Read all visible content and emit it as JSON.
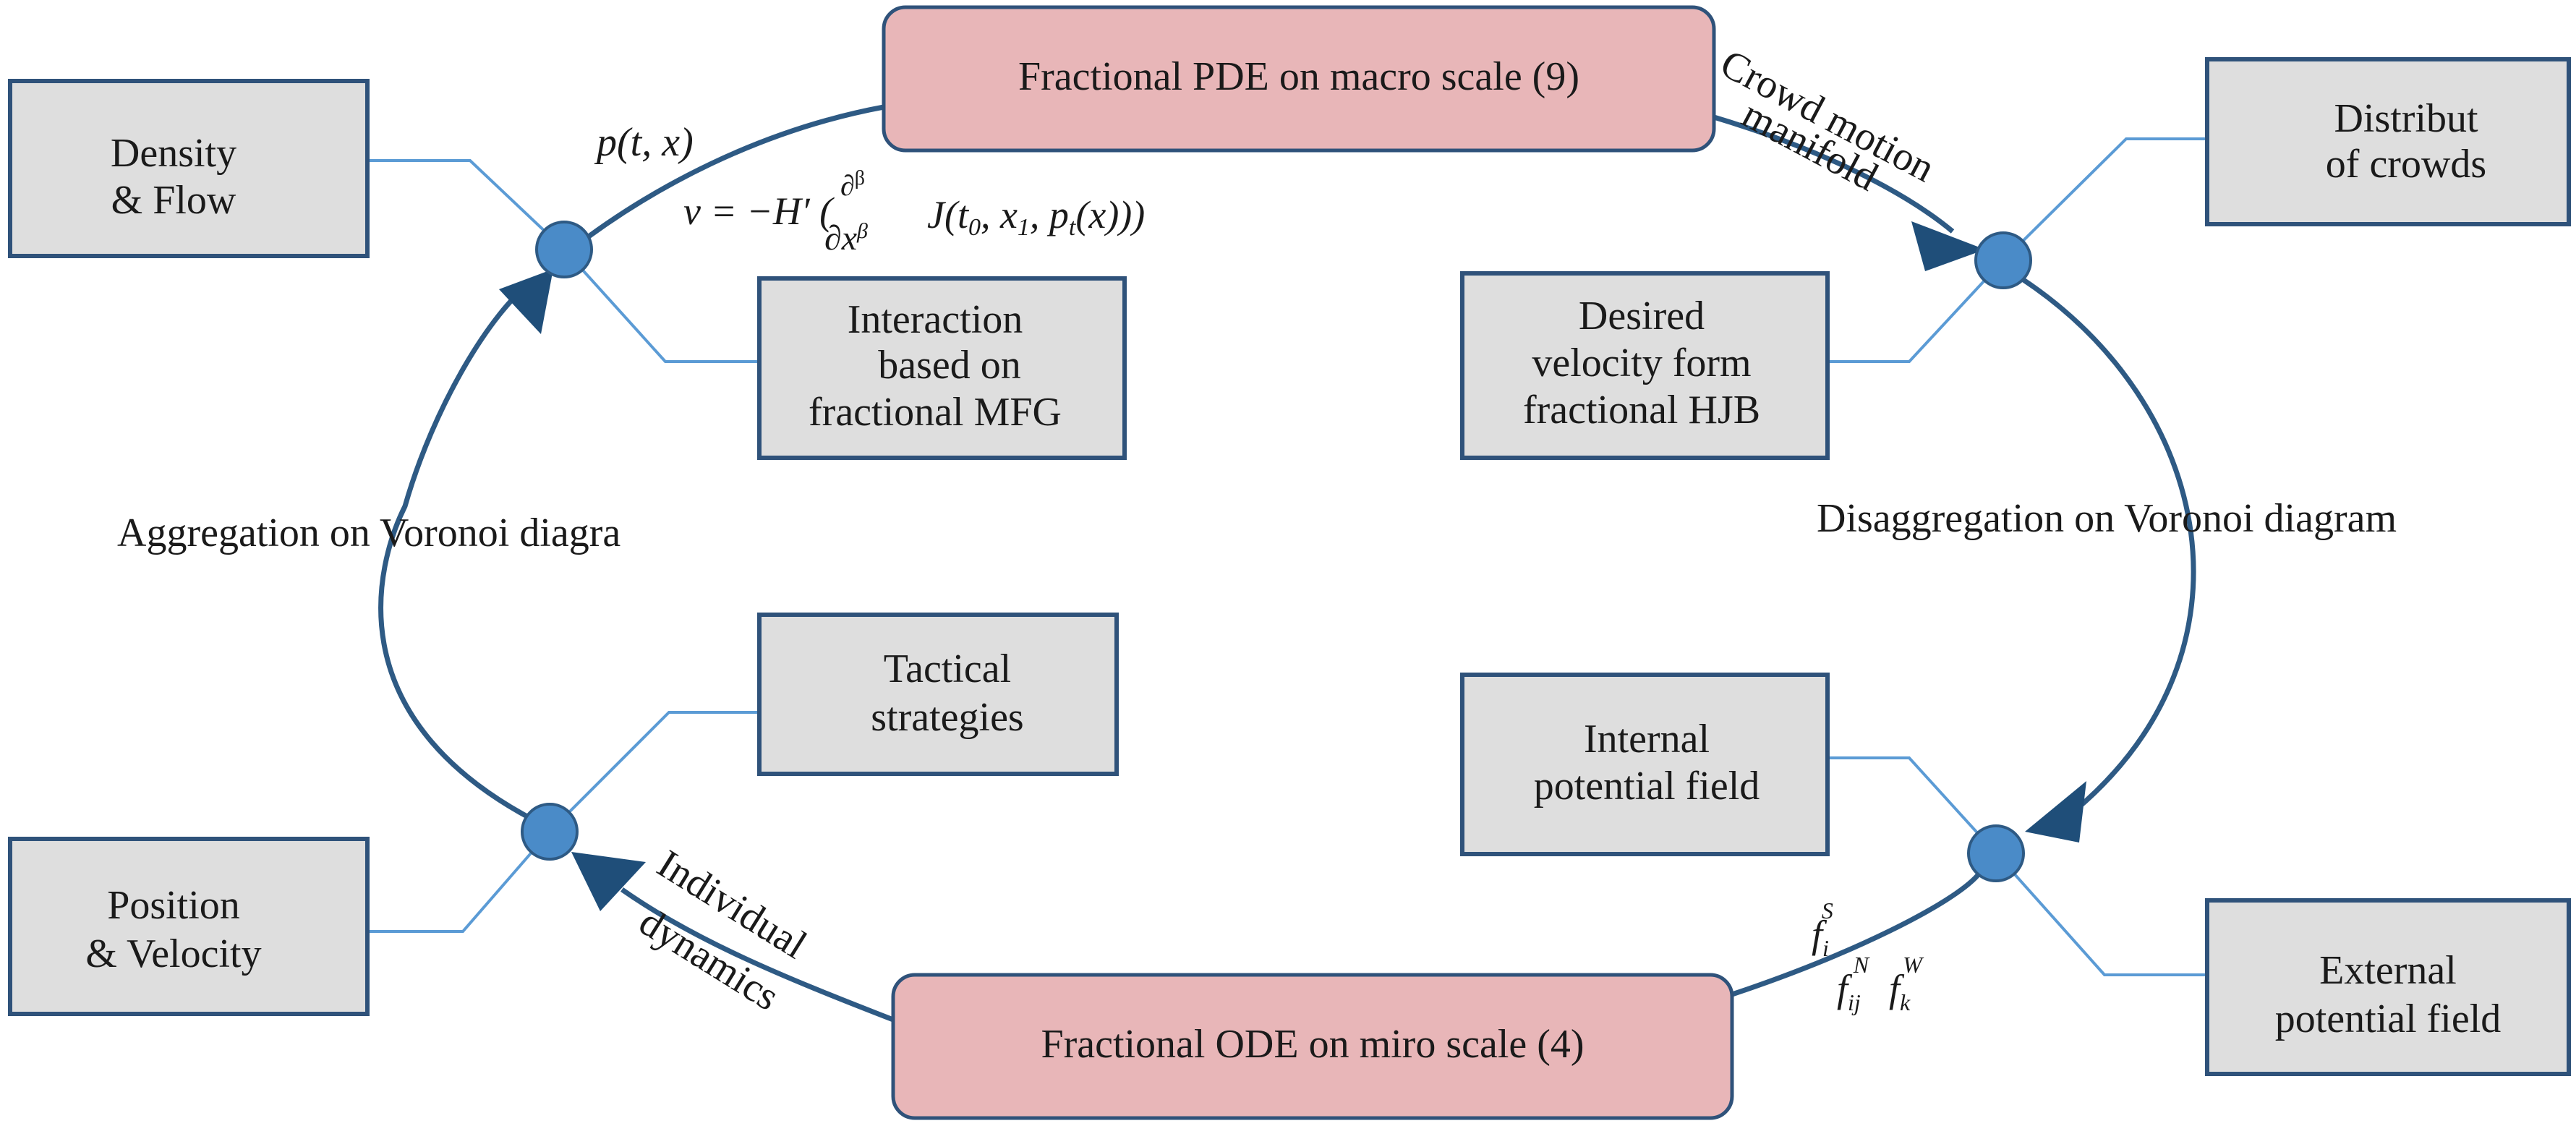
{
  "macro_box": {
    "label": "Fractional PDE on macro scale (9)"
  },
  "micro_box": {
    "label": "Fractional ODE on miro scale (4)"
  },
  "left_side": {
    "density_flow": [
      "Density",
      "& Flow"
    ],
    "interaction": [
      "Interaction",
      "based on",
      "fractional MFG"
    ],
    "tactical": [
      "Tactical",
      "strategies"
    ],
    "position_velocity": [
      "Position",
      "& Velocity"
    ],
    "aggregation_label": "Aggregation on Voronoi diagra"
  },
  "right_side": {
    "distribution": [
      "Distribut",
      "of crowds"
    ],
    "desired_velocity": [
      "Desired",
      "velocity form",
      "fractional HJB"
    ],
    "internal_field": [
      "Internal",
      "potential field"
    ],
    "external_field": [
      "External",
      "potential field"
    ],
    "disaggregation_label": "Disaggregation on Voronoi diagram"
  },
  "arc_labels": {
    "crowd_motion": "Crowd motion",
    "manifold": "manifold",
    "individual": "Individual",
    "dynamics": "dynamics"
  },
  "math": {
    "p_of_tx": "p(t, x)",
    "v_eq_lhs": "v = −H′ (",
    "d_beta": "∂",
    "beta": "β",
    "dx_beta": "∂x",
    "j_term": "J(t",
    "j_zero": "0",
    "j_x": ", x",
    "j_one": "1",
    "j_p": ", p",
    "j_t": "t",
    "j_close": "(x)))",
    "f": "f",
    "f_i": "i",
    "f_S": "S",
    "f_ij": "ij",
    "f_N": "N",
    "f_k": "k",
    "f_W": "W"
  },
  "colors": {
    "cycle": "#2e5a84",
    "node": "#4a8bc8",
    "connector": "#5b9bd5",
    "pink_box": "#e8b6b8",
    "gray_box": "#dedede",
    "box_border": "#2f527a"
  }
}
